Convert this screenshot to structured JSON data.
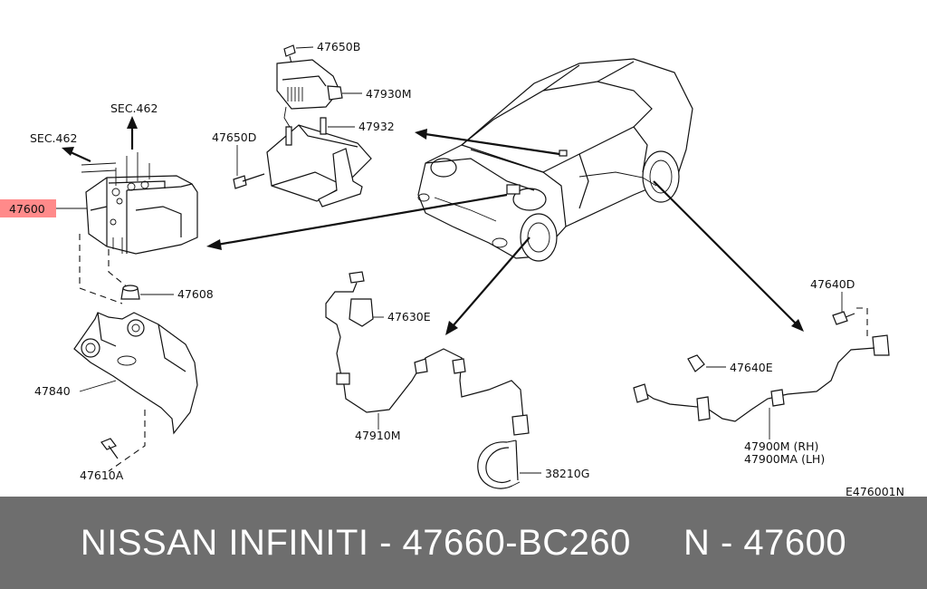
{
  "labels": {
    "sec462_top": "SEC.462",
    "sec462_left": "SEC.462",
    "part_47600": "47600",
    "part_47608": "47608",
    "part_47840": "47840",
    "part_47610A": "47610A",
    "part_47650B": "47650B",
    "part_47930M": "47930M",
    "part_47932": "47932",
    "part_47650D": "47650D",
    "part_47630E": "47630E",
    "part_47910M": "47910M",
    "part_38210G": "38210G",
    "part_47640D": "47640D",
    "part_47640E": "47640E",
    "part_47900M": "47900M  (RH)",
    "part_47900MA": "47900MA (LH)",
    "drawing_code": "E476001N"
  },
  "highlight_color": "#ff8a8a",
  "footer": {
    "text": "NISSAN INFINITI - 47660-BC260     N - 47600"
  }
}
